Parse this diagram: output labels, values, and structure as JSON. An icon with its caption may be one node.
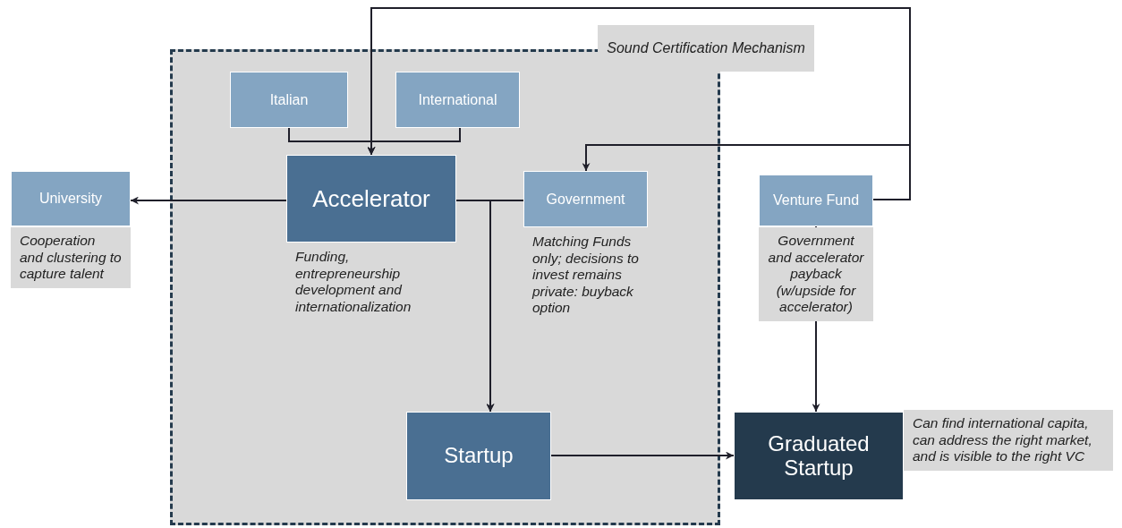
{
  "diagram": {
    "nodes": [
      {
        "text": [
          "Sound Certification Mechanism"
        ]
      },
      {
        "text": [
          "Italian"
        ],
        "in": 0
      },
      {
        "text": [
          "International"
        ],
        "in": 0
      },
      {
        "text": [
          "Accelerator"
        ],
        "in": 0,
        "beside": [
          "Funding, entrepreneurship development and internationalization"
        ]
      },
      {
        "text": [
          "Government"
        ],
        "in": 0,
        "beside": [
          "Matching Funds only; decisions to invest remains private: buyback option"
        ]
      },
      {
        "text": [
          "Startup"
        ],
        "in": 0
      },
      {
        "text": [
          "University"
        ],
        "beside": [
          "Cooperation and clustering to capture talent"
        ]
      },
      {
        "text": [
          "Venture Fund"
        ],
        "beside": [
          "Government and accelerator payback (w/upside for accelerator)"
        ]
      },
      {
        "text": [
          "Graduated Startup"
        ],
        "beside": [
          "Can find international capita, can address the right market, and is visible to the right VC"
        ]
      }
    ],
    "edges": [
      {
        "from": 1,
        "to": 3,
        "arrow": "to"
      },
      {
        "from": 2,
        "to": 3,
        "arrow": "to"
      },
      {
        "from": 7,
        "to": 3,
        "arrow": "to"
      },
      {
        "from": 7,
        "to": 4,
        "arrow": "to"
      },
      {
        "from": 3,
        "to": 6,
        "arrow": "to"
      },
      {
        "from": 3,
        "to": 5,
        "arrow": "to"
      },
      {
        "from": 4,
        "to": 5,
        "arrow": "to"
      },
      {
        "from": 5,
        "to": 8,
        "arrow": "to"
      },
      {
        "from": 7,
        "to": 8,
        "arrow": "to"
      }
    ]
  }
}
